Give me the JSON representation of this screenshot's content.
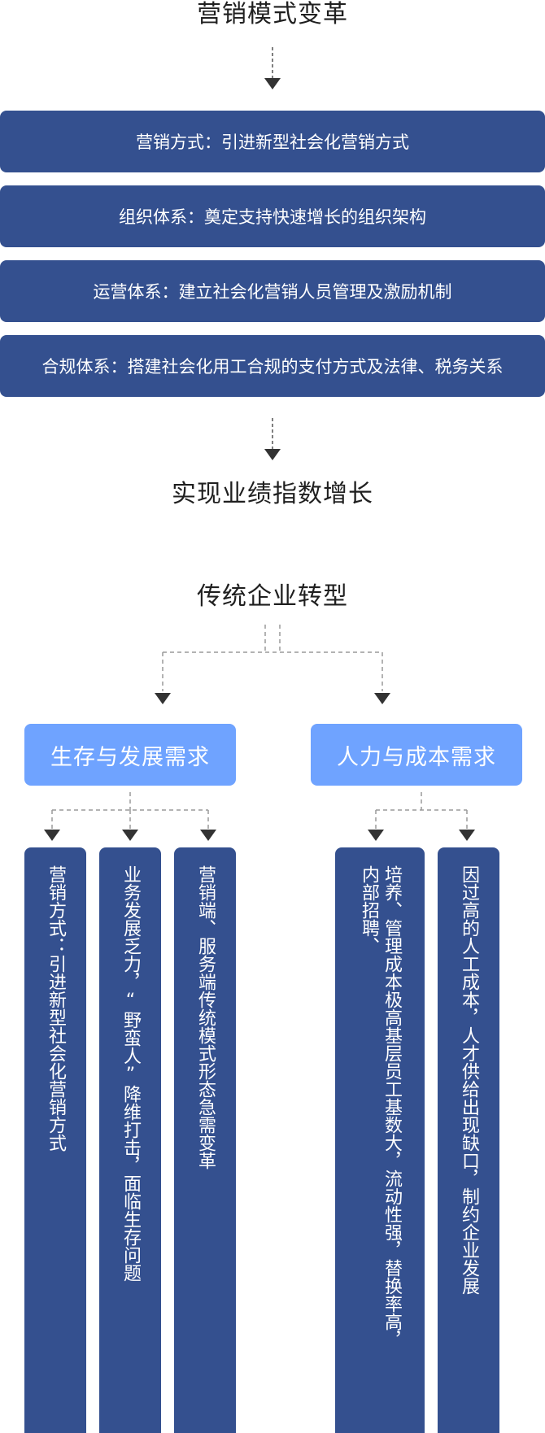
{
  "section1": {
    "title": "营销模式变革",
    "bars": [
      "营销方式：引进新型社会化营销方式",
      "组织体系：奠定支持快速增长的组织架构",
      "运营体系：建立社会化营销人员管理及激励机制",
      "合规体系：搭建社会化用工合规的支付方式及法律、税务关系"
    ],
    "result": "实现业绩指数增长"
  },
  "section2": {
    "title": "传统企业转型",
    "categories": [
      {
        "label": "生存与发展需求",
        "items": [
          "营销方式：引进新型社会化营销方式",
          "业务发展乏力，“野蛮人”降维打击，面临生存问题",
          "营销端、服务端传统模式形态急需变革"
        ]
      },
      {
        "label": "人力与成本需求",
        "items": [
          "培养、管理成本极高基层员工基数大，流动性强，替换率高，内部招聘、",
          "因过高的人工成本，人才供给出现缺口，制约企业发展"
        ]
      }
    ]
  },
  "colors": {
    "bar_blue": "#34508f",
    "light_blue": "#6fa3ff",
    "connector_gray": "#9a9a9a",
    "arrow_dark": "#333333"
  }
}
